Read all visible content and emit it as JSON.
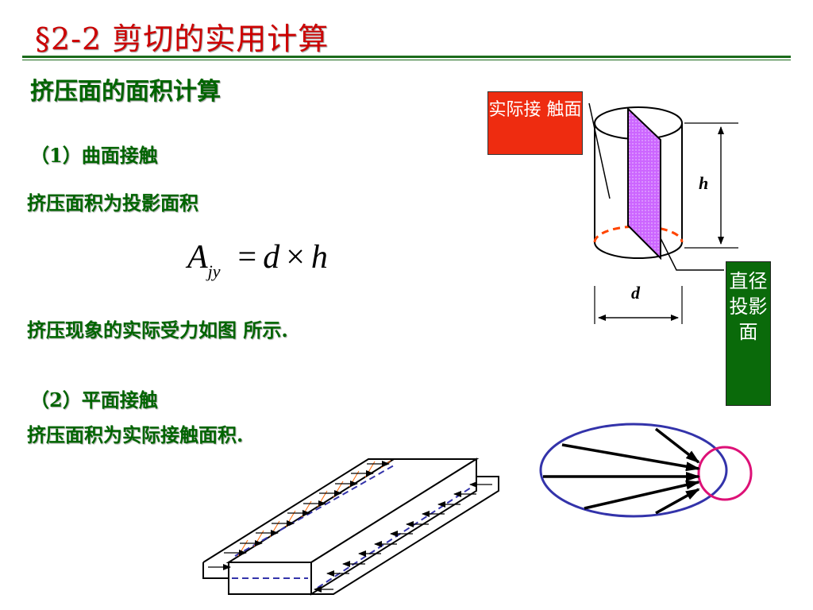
{
  "slide": {
    "title": "§2-2 剪切的实用计算",
    "heading": "挤压面的面积计算",
    "curved": {
      "label": "（1）曲面接触",
      "text": "挤压面积为投影面积"
    },
    "formula": {
      "lhs": "A",
      "sub": "jy",
      "eq": "=",
      "d": "d",
      "times": "×",
      "h": "h"
    },
    "phenomenon_text": "挤压现象的实际受力如图 所示.",
    "flat": {
      "label": "（2）平面接触",
      "text": "挤压面积为实际接触面积."
    }
  },
  "figure": {
    "actual_contact_label": "实际接 触面",
    "diameter_projection_label": "直径投影面",
    "dim_h": "h",
    "dim_d": "d",
    "colors": {
      "title_red": "#cc0000",
      "text_green": "#006400",
      "label_red_bg": "#ee2c10",
      "label_green_bg": "#0a6a0a",
      "projection_fill": "#cc66ff",
      "contact_arc": "#ff4400",
      "ellipse": "#3333aa",
      "circle": "#dd1177"
    }
  }
}
